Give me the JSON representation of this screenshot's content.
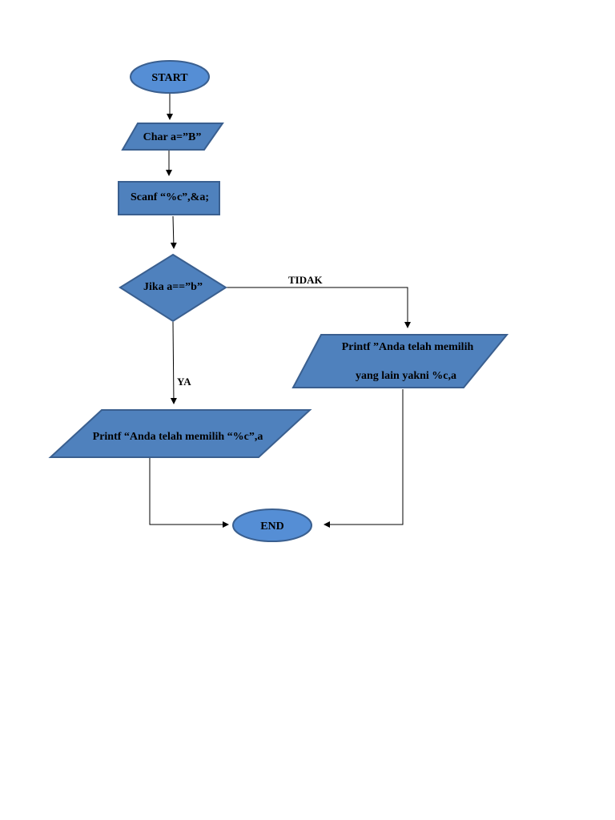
{
  "colors": {
    "shape_fill": "#4f81bd",
    "terminal_fill": "#558ed5",
    "shape_stroke": "#3a5f8f",
    "connector": "#000000"
  },
  "nodes": {
    "start": {
      "type": "terminal",
      "label": "START"
    },
    "declare": {
      "type": "input-output",
      "label": "Char a=”B”"
    },
    "scan": {
      "type": "process",
      "label": "Scanf “%c”,&a;"
    },
    "decision": {
      "type": "decision",
      "label": "Jika a==”b”"
    },
    "print_no": {
      "type": "input-output",
      "line1": "Printf ”Anda telah memilih",
      "line2": "yang lain yakni %c,a"
    },
    "print_yes": {
      "type": "input-output",
      "label": "Printf “Anda telah memilih “%c”,a"
    },
    "end": {
      "type": "terminal",
      "label": "END"
    }
  },
  "edges": {
    "no_label": "TIDAK",
    "yes_label": "YA"
  }
}
